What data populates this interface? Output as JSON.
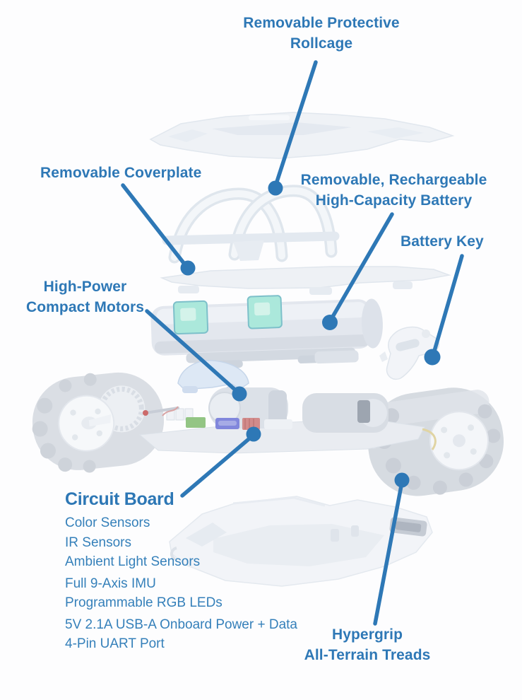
{
  "meta": {
    "accent_color": "#2e78b6",
    "background_color": "#fdfdfe"
  },
  "callouts": {
    "rollcage": {
      "line1": "Removable Protective",
      "line2": "Rollcage"
    },
    "coverplate": {
      "label": "Removable Coverplate"
    },
    "battery": {
      "line1": "Removable, Rechargeable",
      "line2": "High-Capacity Battery"
    },
    "battery_key": {
      "label": "Battery Key"
    },
    "motors": {
      "line1": "High-Power",
      "line2": "Compact Motors"
    },
    "circuit_board": {
      "heading": "Circuit Board",
      "features": [
        "Color Sensors",
        "IR Sensors",
        "Ambient Light Sensors",
        "Full 9-Axis IMU",
        "Programmable RGB LEDs",
        "5V 2.1A USB-A Onboard Power + Data",
        "4-Pin UART Port"
      ]
    },
    "treads": {
      "line1": "Hypergrip",
      "line2": "All-Terrain Treads"
    }
  },
  "illustration": {
    "battery_panel_color": "#abe8db",
    "component_colors": {
      "green": "#93c584",
      "blue": "#8187dc",
      "red": "#d28b8b"
    }
  }
}
